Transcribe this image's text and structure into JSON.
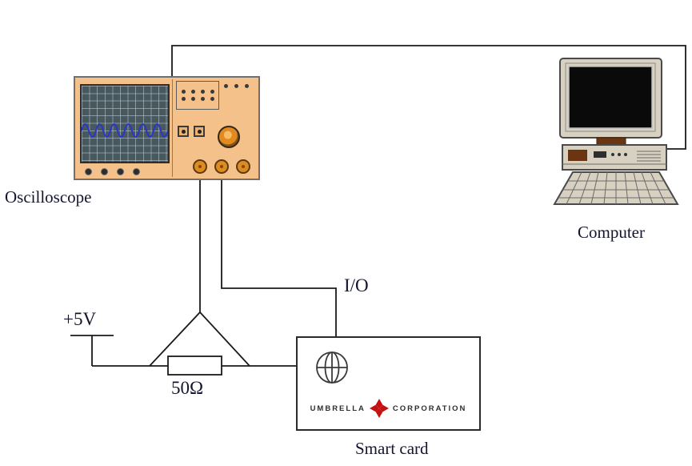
{
  "labels": {
    "oscilloscope": "Oscilloscope",
    "computer": "Computer",
    "supply_voltage": "+5V",
    "resistor_value": "50Ω",
    "io_line": "I/O",
    "smart_card": "Smart card"
  },
  "smart_card": {
    "brand_left": "UMBRELLA",
    "brand_right": "CORPORATION"
  },
  "icons": {
    "chip": "smart-card-chip-icon",
    "logo": "umbrella-cross-icon"
  },
  "colors": {
    "scope_body": "#f4c18b",
    "scope_screen": "#49585c",
    "waveform": "#2a35cc",
    "knob_orange": "#e08a20",
    "wire": "#1a1a1a",
    "label_text": "#14142e",
    "umbrella_red": "#c41212",
    "computer_beige": "#d8d1c2"
  }
}
